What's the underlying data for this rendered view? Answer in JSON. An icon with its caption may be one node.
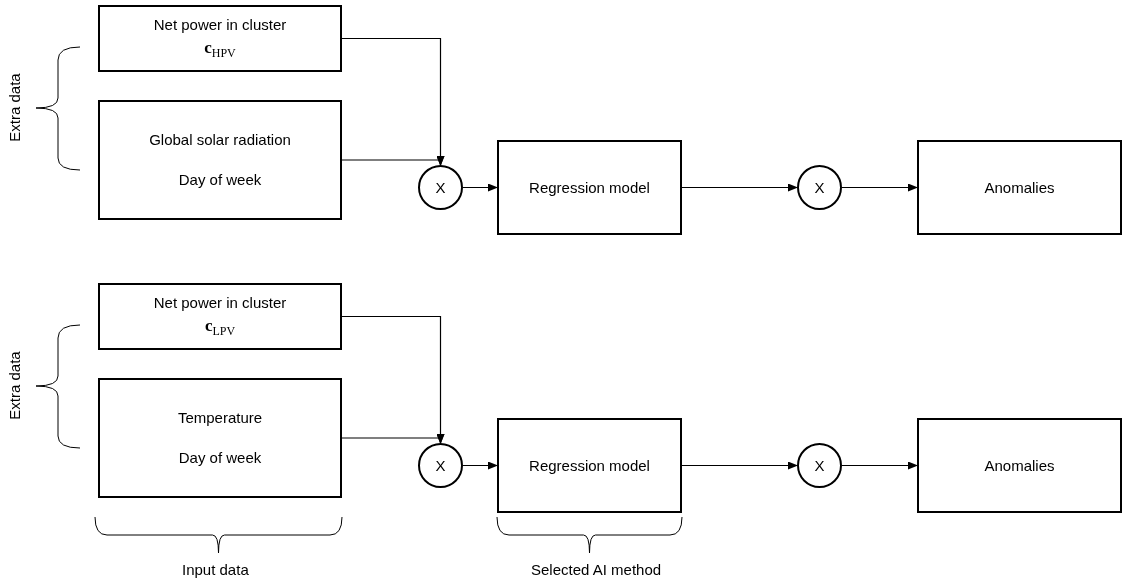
{
  "diagram": {
    "nodes": [
      {
        "text": [
          "Net power in cluster",
          "**c**$_{HPV}$"
        ]
      },
      {
        "text": [
          "Global solar radiation",
          "Day of week"
        ]
      },
      {
        "text": [
          "X"
        ]
      },
      {
        "text": [
          "Regression model"
        ]
      },
      {
        "text": [
          "X"
        ]
      },
      {
        "text": [
          "Anomalies"
        ]
      },
      {
        "text": [
          "Net power in cluster",
          "**c**$_{LPV}$"
        ]
      },
      {
        "text": [
          "Temperature",
          "Day of week"
        ]
      },
      {
        "text": [
          "X"
        ]
      },
      {
        "text": [
          "Regression model"
        ]
      },
      {
        "text": [
          "X"
        ]
      },
      {
        "text": [
          "Anomalies"
        ]
      }
    ],
    "edges": [
      {
        "from": 0,
        "to": 2,
        "arrow": "to"
      },
      {
        "from": 1,
        "to": 2,
        "arrow": "to"
      },
      {
        "from": 2,
        "to": 3,
        "arrow": "to"
      },
      {
        "from": 3,
        "to": 4,
        "arrow": "to"
      },
      {
        "from": 4,
        "to": 5,
        "arrow": "to"
      },
      {
        "from": 6,
        "to": 8,
        "arrow": "to"
      },
      {
        "from": 7,
        "to": 8,
        "arrow": "to"
      },
      {
        "from": 8,
        "to": 9,
        "arrow": "to"
      },
      {
        "from": 9,
        "to": 10,
        "arrow": "to"
      },
      {
        "from": 10,
        "to": 11,
        "arrow": "to"
      }
    ],
    "labels": [
      "Extra data",
      "Extra data",
      "Input data",
      "Selected AI method"
    ]
  }
}
